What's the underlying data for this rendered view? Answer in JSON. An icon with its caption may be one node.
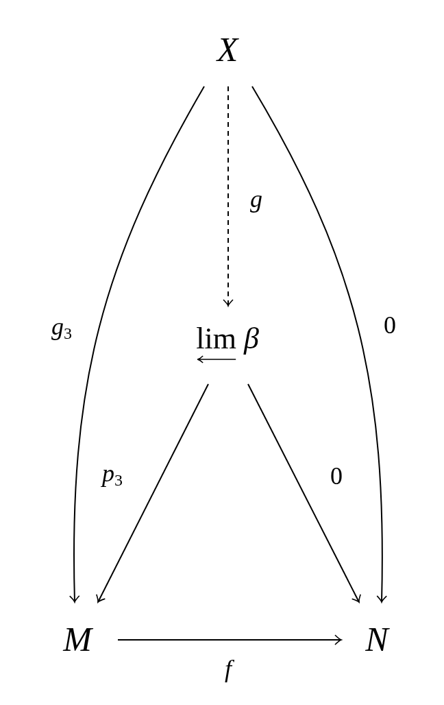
{
  "diagram": {
    "nodes": [
      {
        "text": [
          "X"
        ]
      },
      {
        "text": [
          "lim *β*"
        ]
      },
      {
        "text": [
          "M"
        ]
      },
      {
        "text": [
          "N"
        ]
      }
    ],
    "edges": [
      {
        "from": 0,
        "to": 1,
        "arrow": "to",
        "label": "*g*",
        "style": "dashed"
      },
      {
        "from": 0,
        "to": 2,
        "arrow": "to",
        "label": "*g*$_{3}$"
      },
      {
        "from": 0,
        "to": 3,
        "arrow": "to",
        "label": "0"
      },
      {
        "from": 1,
        "to": 2,
        "arrow": "to",
        "label": "*p*$_{3}$"
      },
      {
        "from": 1,
        "to": 3,
        "arrow": "to",
        "label": "0"
      },
      {
        "from": 2,
        "to": 3,
        "arrow": "to",
        "label": "*f*"
      }
    ]
  }
}
